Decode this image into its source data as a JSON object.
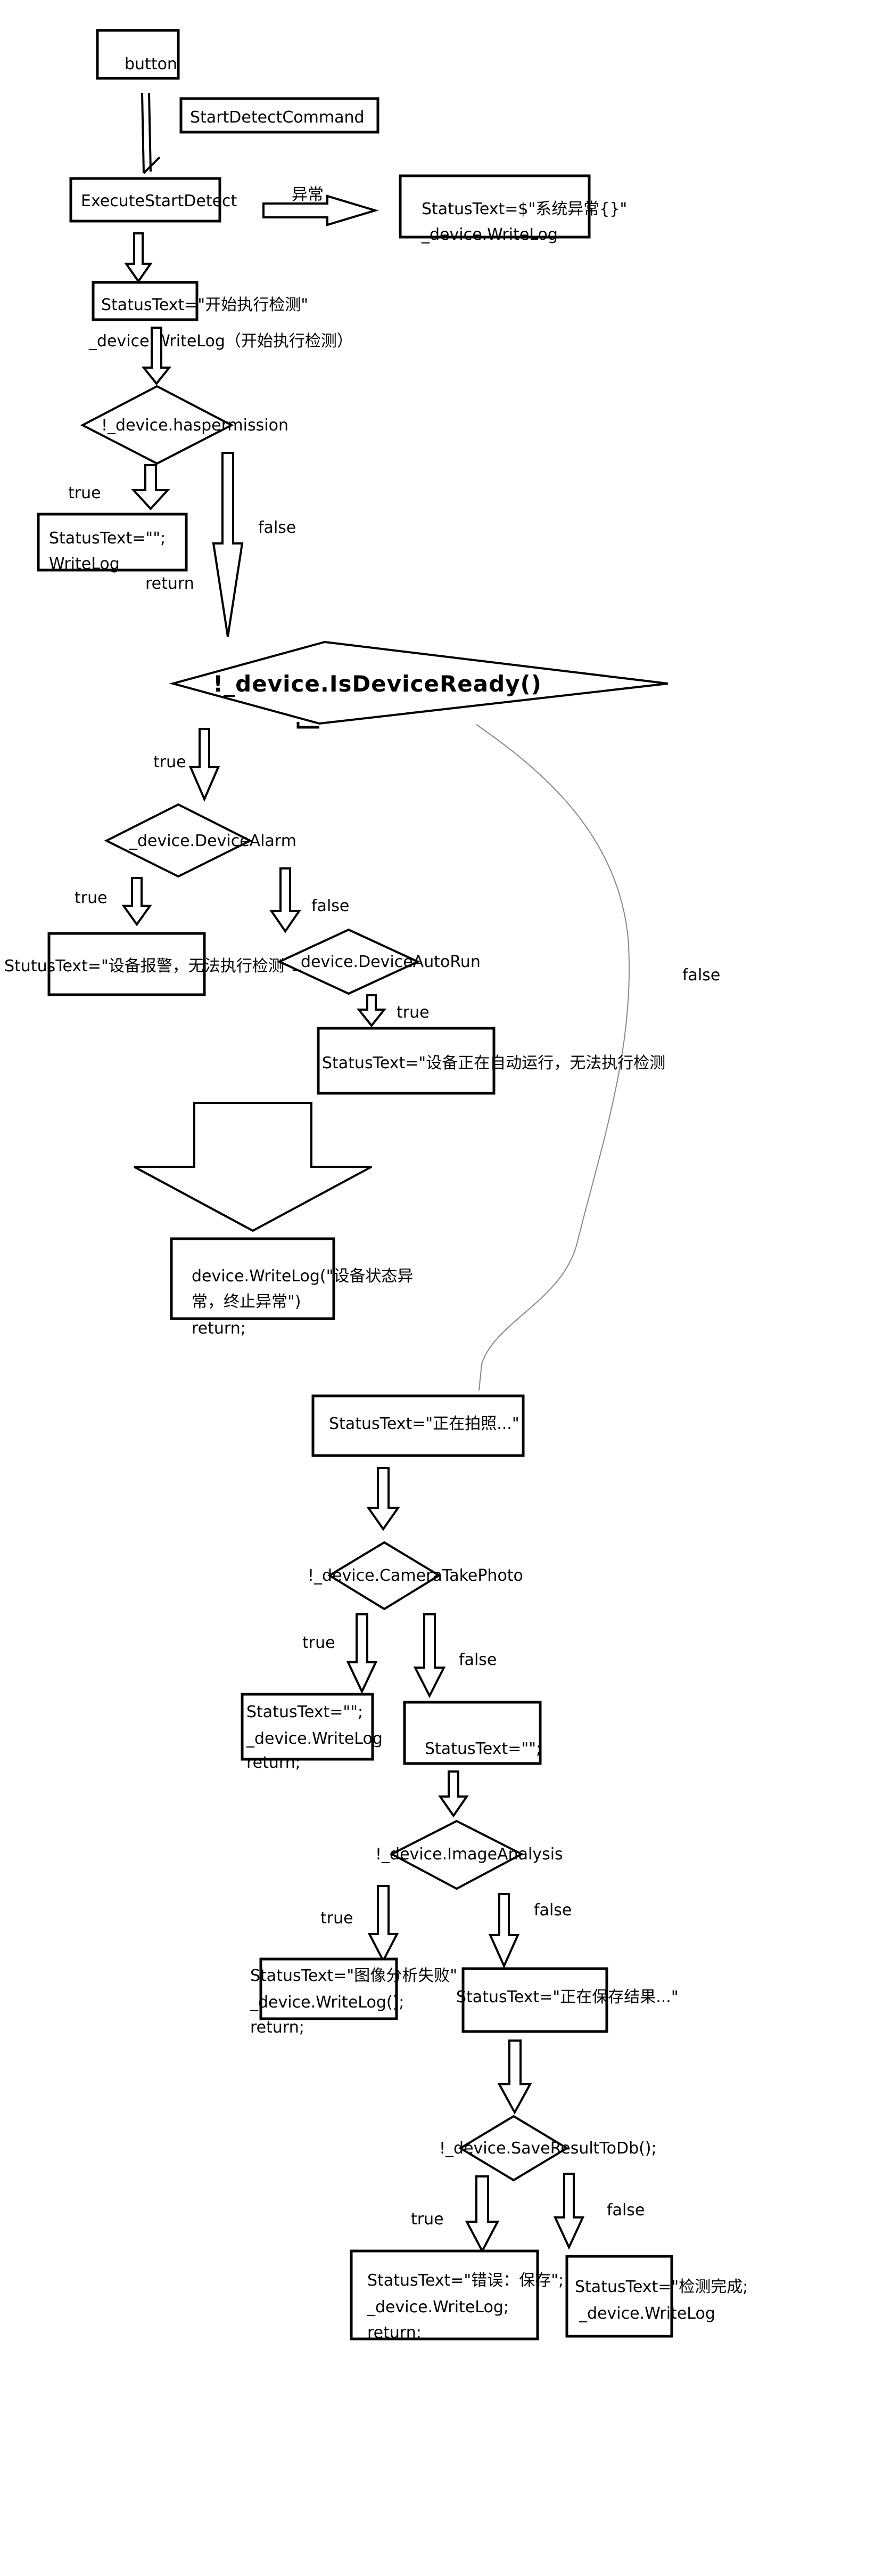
{
  "nodes": {
    "button": "button",
    "command": "StartDetectCommand",
    "execute": "ExecuteStartDetect",
    "exception_label": "异常",
    "exception_box": [
      "StatusText=$\"系统异常{}\"",
      "_device.WriteLog"
    ],
    "start_status": "StatusText=\"开始执行检测\"",
    "start_log": "_device.WriteLog（开始执行检测）",
    "has_permission": "!_device.haspermission",
    "true_1": "true",
    "false_1": "false",
    "no_permission_box": [
      "StatusText=\"\";",
      "WriteLog"
    ],
    "no_permission_return": "return",
    "device_ready": "!_device.IsDeviceReady()",
    "true_2": "true",
    "false_2": "false",
    "device_alarm": "_device.DeviceAlarm",
    "true_3": "true",
    "false_3": "false",
    "alarm_box": "StutusText=\"设备报警，无法执行检测\"",
    "auto_run": "_device.DeviceAutoRun",
    "true_4": "true",
    "auto_run_box": "StatusText=\"设备正在自动运行，无法执行检测",
    "abnormal_box": [
      "device.WriteLog(\"设备状态异",
      "常，终止异常\")",
      "return;"
    ],
    "taking_photo": "StatusText=\"正在拍照...\"",
    "camera": "!_device.CameraTakePhoto",
    "true_5": "true",
    "false_5": "false",
    "camera_fail_box": [
      "StatusText=\"\";",
      "_device.WriteLog",
      "return;"
    ],
    "camera_ok_box": "StatusText=\"\";",
    "image_analysis": "!_device.ImageAnalysis",
    "true_6": "true",
    "false_6": "false",
    "analysis_fail_box": [
      "StatusText=\"图像分析失败\"",
      "_device.WriteLog();",
      "return;"
    ],
    "saving_box": "StatusText=\"正在保存结果...\"",
    "save_db": "!_device.SaveResultToDb();",
    "true_7": "true",
    "false_7": "false",
    "save_fail_box": [
      "StatusText=\"错误：保存\";",
      "_device.WriteLog;",
      "return;"
    ],
    "done_box": [
      "StatusText=\"检测完成;",
      "_device.WriteLog"
    ]
  },
  "colors": {
    "stroke": "#000000",
    "background": "#ffffff",
    "thin_line": "#888888"
  }
}
